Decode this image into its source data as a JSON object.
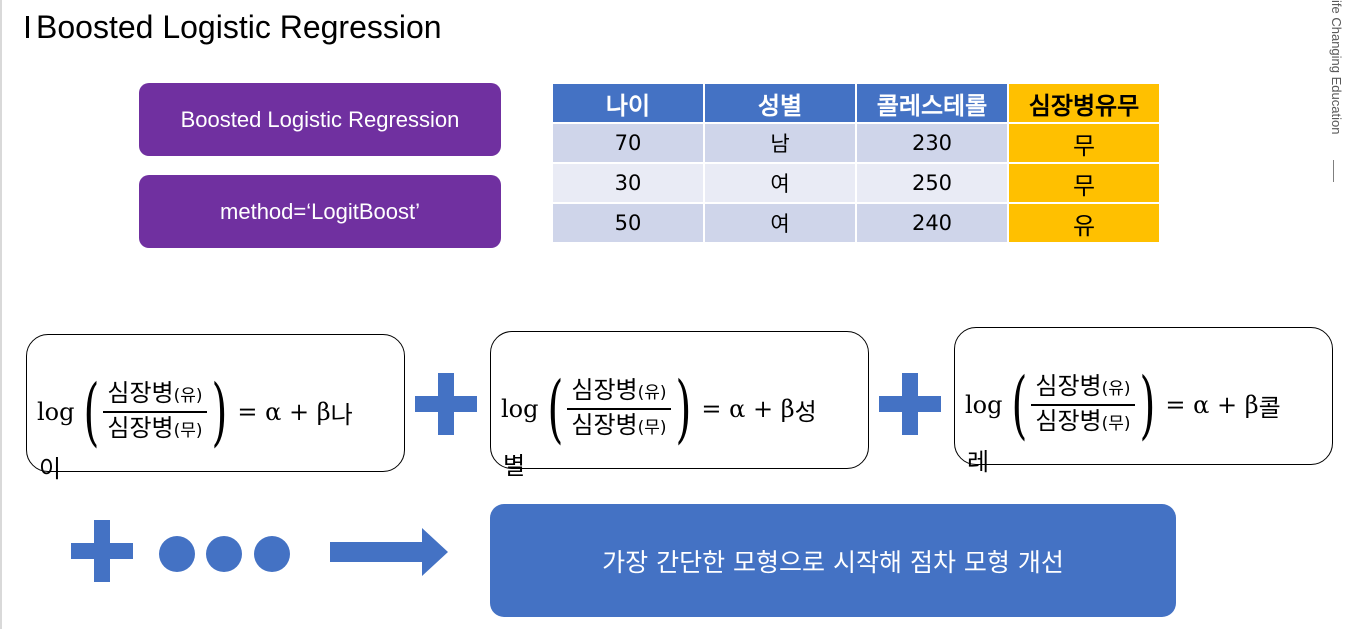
{
  "title": "Boosted Logistic Regression",
  "side_text": "ife Changing Education",
  "buttons": {
    "model": "Boosted Logistic Regression",
    "method": "method=‘LogitBoost’"
  },
  "table": {
    "headers": [
      "나이",
      "성별",
      "콜레스테롤",
      "심장병유무"
    ],
    "rows": [
      [
        "70",
        "남",
        "230",
        "무"
      ],
      [
        "30",
        "여",
        "250",
        "무"
      ],
      [
        "50",
        "여",
        "240",
        "유"
      ]
    ]
  },
  "equation": {
    "log": "log",
    "num_main": "심장병",
    "num_sub": "(유)",
    "den_main": "심장병",
    "den_sub": "(무)",
    "rhs": "= α + β",
    "alpha": "α",
    "beta": "β"
  },
  "terms": [
    {
      "top": "나",
      "bottom": "이"
    },
    {
      "top": "성",
      "bottom": "별"
    },
    {
      "top": "콜",
      "bottom": "레"
    }
  ],
  "result_text": "가장 간단한 모형으로 시작해 점차 모형 개선",
  "colors": {
    "purple": "#7030a0",
    "blue": "#4472c4",
    "gold": "#ffc000",
    "row_dark": "#cfd5ea",
    "row_light": "#e9ebf5"
  }
}
